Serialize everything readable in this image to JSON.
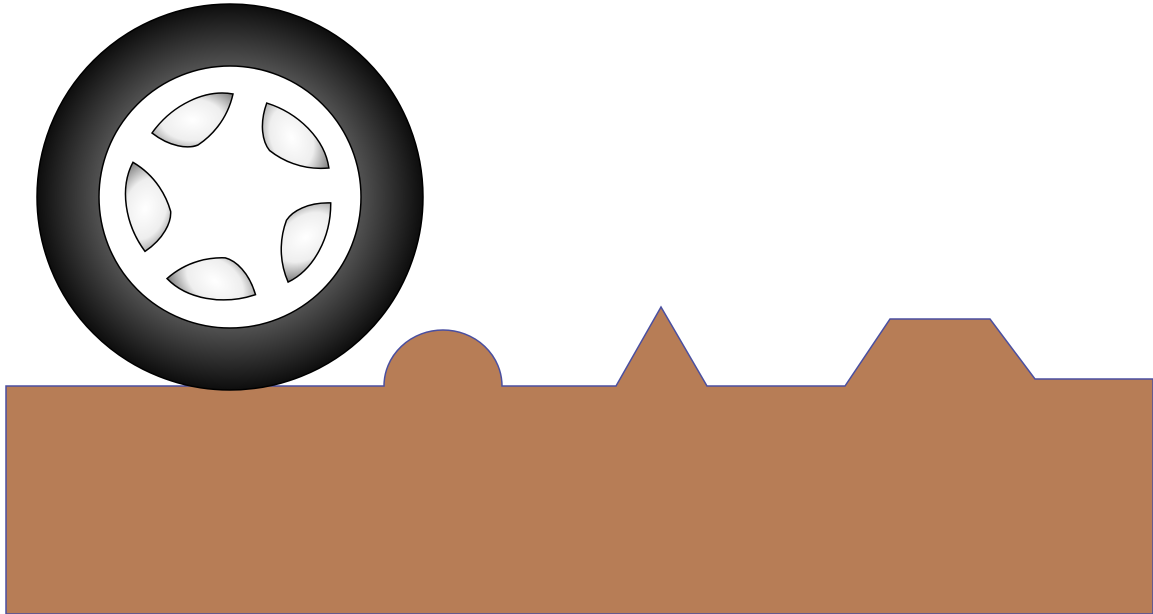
{
  "scene": {
    "background_color": "#ffffff",
    "ground": {
      "fill_color": "#b77d56",
      "outline_color": "#4a4fa0",
      "bumps": [
        "semicircle",
        "triangle",
        "trapezoid"
      ]
    },
    "wheel": {
      "tire_color_outer": "#0d0d0d",
      "tire_color_inner": "#5e5e5e",
      "rim_color": "#ffffff",
      "spoke_holes": 5,
      "outline_color": "#000000"
    }
  }
}
